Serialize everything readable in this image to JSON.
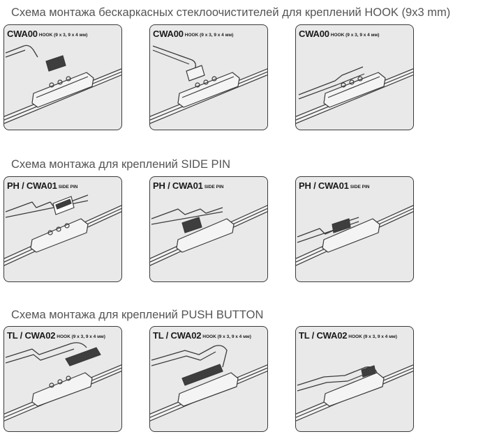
{
  "sections": [
    {
      "title": "Схема монтажа бескаркасных стеклоочистителей для креплений HOOK (9x3 mm)",
      "panels": [
        {
          "code": "CWA00",
          "sub": "HOOK (9 х 3, 9 х 4 мм)"
        },
        {
          "code": "CWA00",
          "sub": "HOOK (9 х 3, 9 х 4 мм)"
        },
        {
          "code": "CWA00",
          "sub": "HOOK (9 х 3, 9 х 4 мм)"
        }
      ]
    },
    {
      "title": "Схема монтажа для креплений SIDE PIN",
      "panels": [
        {
          "code": "PH / CWA01",
          "sub": "SIDE PIN"
        },
        {
          "code": "PH / CWA01",
          "sub": "SIDE PIN"
        },
        {
          "code": "PH / CWA01",
          "sub": "SIDE PIN"
        }
      ]
    },
    {
      "title": "Схема монтажа для креплений PUSH BUTTON",
      "panels": [
        {
          "code": "TL / CWA02",
          "sub": "HOOK (9 х 3, 9 х 4 мм)"
        },
        {
          "code": "TL / CWA02",
          "sub": "HOOK (9 х 3, 9 х 4 мм)"
        },
        {
          "code": "TL / CWA02",
          "sub": "HOOK (9 х 3, 9 х 4 мм)"
        }
      ]
    }
  ],
  "colors": {
    "panel_bg": "#e9e9e9",
    "line": "#3a3a3a",
    "title_text": "#555555"
  }
}
